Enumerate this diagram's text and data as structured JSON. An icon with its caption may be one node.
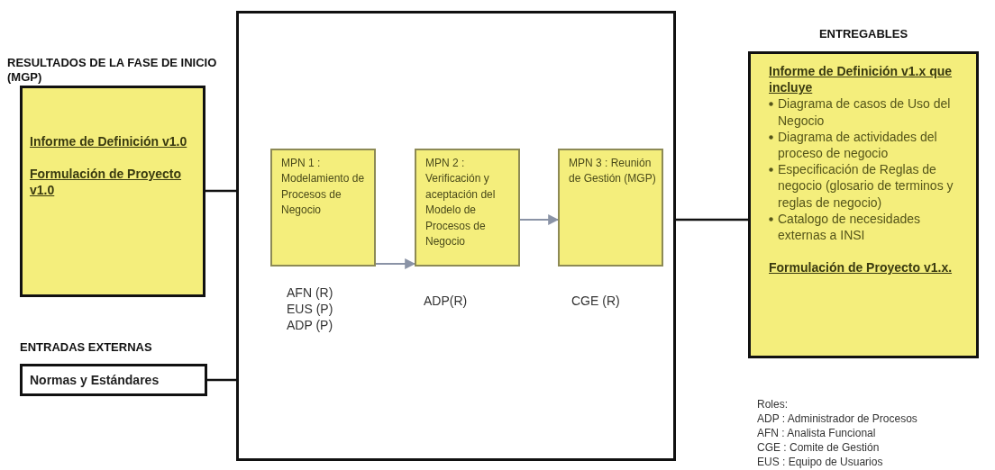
{
  "diagram": {
    "nodes": [
      {
        "text": [
          "RESULTADOS DE LA FASE DE INICIO (MGP)",
          "Informe de Definición v1.0",
          "Formulación de Proyecto v1.0"
        ]
      },
      {
        "text": [
          "ENTRADAS EXTERNAS",
          "Normas y Estándares"
        ]
      },
      {
        "text": [],
        "shape": "box"
      },
      {
        "text": [
          "MPN 1 : Modelamiento de Procesos de Negocio"
        ],
        "in": 2,
        "beside": [
          "AFN (R)",
          "EUS (P)",
          "ADP (P)"
        ]
      },
      {
        "text": [
          "MPN 2 : Verificación y aceptación del Modelo de Procesos de Negocio"
        ],
        "in": 2,
        "beside": [
          "ADP(R)"
        ]
      },
      {
        "text": [
          "MPN 3 : Reunión de Gestión (MGP)"
        ],
        "in": 2,
        "beside": [
          "CGE (R)"
        ]
      },
      {
        "text": [
          "ENTREGABLES",
          "Informe de Definición v1.x que incluye",
          "Diagrama de casos de Uso del Negocio",
          "Diagrama de actividades del proceso de negocio",
          "Especificación de Reglas de negocio (glosario de terminos y reglas de negocio)",
          "Catalogo de necesidades externas a INSI",
          "Formulación de Proyecto v1.x."
        ]
      }
    ],
    "edges": [
      {
        "from": 0,
        "to": 2,
        "arrow": "none"
      },
      {
        "from": 1,
        "to": 2,
        "arrow": "none"
      },
      {
        "from": 3,
        "to": 4,
        "arrow": "to",
        "color": "#8a93a6"
      },
      {
        "from": 4,
        "to": 5,
        "arrow": "to",
        "color": "#8a93a6"
      },
      {
        "from": 2,
        "to": 6,
        "arrow": "none"
      }
    ],
    "labels": [
      "Roles:",
      "ADP : Administrador de Procesos",
      "AFN : Analista Funcional",
      "CGE : Comite de Gestión",
      "EUS : Equipo de Usuarios"
    ]
  }
}
